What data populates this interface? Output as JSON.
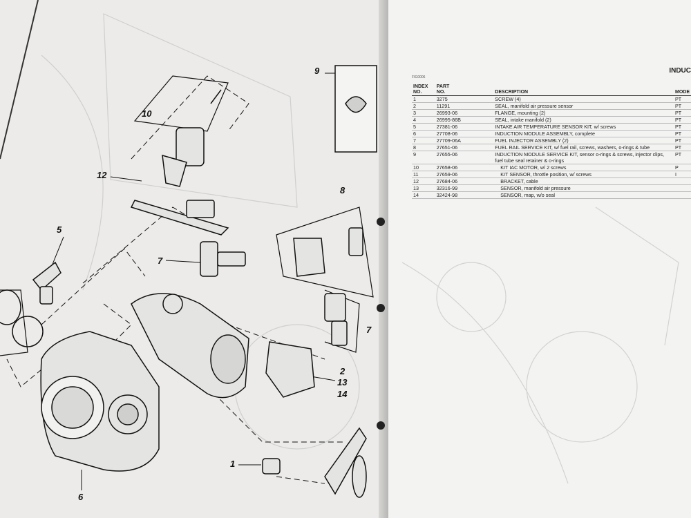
{
  "right_page": {
    "header": "INDUC",
    "small_header": "FIG0006",
    "columns": {
      "index_line1": "INDEX",
      "index_line2": "NO.",
      "part_line1": "PART",
      "part_line2": "NO.",
      "description": "DESCRIPTION",
      "model": "MODE"
    },
    "rows": [
      {
        "index": "1",
        "part": "3275",
        "desc": "SCREW (4)",
        "model": "PT"
      },
      {
        "index": "2",
        "part": "11291",
        "desc": "SEAL, manifold air pressure sensor",
        "model": "PT"
      },
      {
        "index": "3",
        "part": "26993-06",
        "desc": "FLANGE, mounting (2)",
        "model": "PT"
      },
      {
        "index": "4",
        "part": "26995-86B",
        "desc": "SEAL, intake manifold (2)",
        "model": "PT"
      },
      {
        "index": "5",
        "part": "27381-06",
        "desc": "INTAKE AIR TEMPERATURE SENSOR KIT, w/ screws",
        "model": "PT"
      },
      {
        "index": "6",
        "part": "27708-06",
        "desc": "INDUCTION MODULE ASSEMBLY, complete",
        "model": "PT"
      },
      {
        "index": "7",
        "part": "27709-06A",
        "desc": "FUEL INJECTOR ASSEMBLY (2)",
        "model": "PT"
      },
      {
        "index": "8",
        "part": "27651-06",
        "desc": "FUEL RAIL SERVICE KIT, w/ fuel rail, screws, washers, o-rings & tube",
        "model": "PT"
      },
      {
        "index": "9",
        "part": "27655-06",
        "desc": "INDUCTION MODULE SERVICE KIT, sensor o-rings & screws, injector clips, fuel tube seal retainer & o-rings",
        "model": "PT"
      },
      {
        "index": "10",
        "part": "27658-06",
        "desc": "KIT IAC MOTOR, w/ 2 screws",
        "model": "P",
        "indent": true
      },
      {
        "index": "11",
        "part": "27659-06",
        "desc": "KIT SENSOR, throttle position, w/ screws",
        "model": "I",
        "indent": true
      },
      {
        "index": "12",
        "part": "27684-06",
        "desc": "BRACKET, cable",
        "model": "",
        "indent": true
      },
      {
        "index": "13",
        "part": "32316-99",
        "desc": "SENSOR, manifold air pressure",
        "model": "",
        "indent": true
      },
      {
        "index": "14",
        "part": "32424-98",
        "desc": "SENSOR, map, w/o seal",
        "model": "",
        "indent": true
      }
    ]
  },
  "diagram": {
    "callouts": [
      {
        "id": "c9",
        "label": "9"
      },
      {
        "id": "c10",
        "label": "10"
      },
      {
        "id": "c12",
        "label": "12"
      },
      {
        "id": "c8",
        "label": "8"
      },
      {
        "id": "c5",
        "label": "5"
      },
      {
        "id": "c7a",
        "label": "7"
      },
      {
        "id": "c7b",
        "label": "7"
      },
      {
        "id": "c2",
        "label": "2"
      },
      {
        "id": "c13",
        "label": "13"
      },
      {
        "id": "c14",
        "label": "14"
      },
      {
        "id": "c1",
        "label": "1"
      },
      {
        "id": "c6",
        "label": "6"
      }
    ]
  }
}
